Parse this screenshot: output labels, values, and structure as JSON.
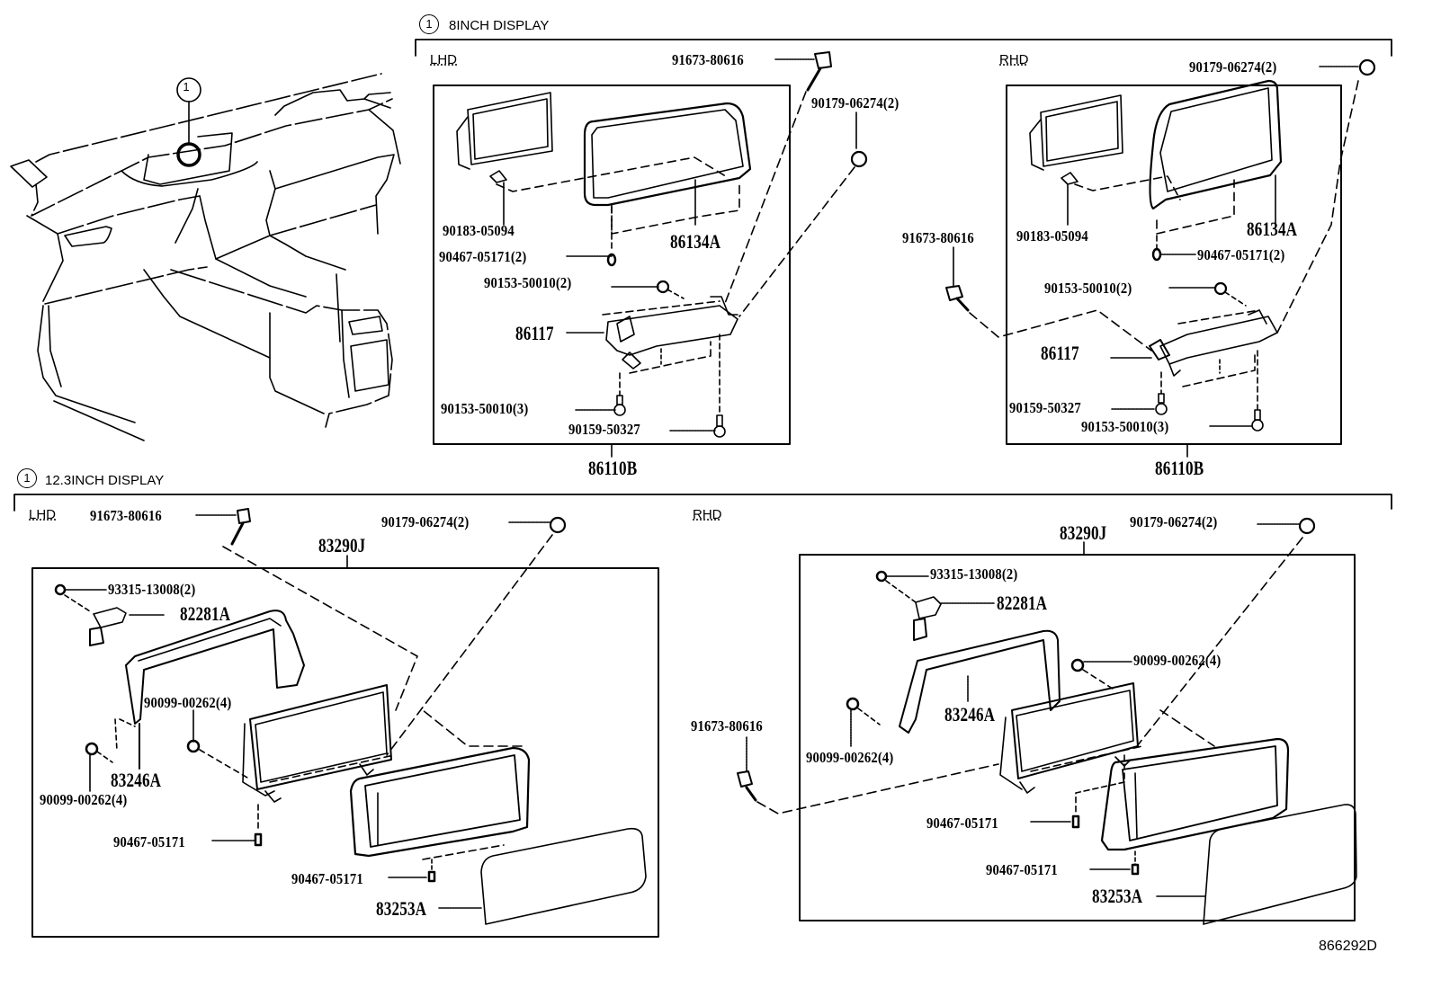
{
  "callout_marker": "1",
  "footer_code": "866292D",
  "sections": {
    "eight_inch": {
      "title": "8INCH DISPLAY",
      "marker": "1",
      "lhd": {
        "heading": "LHD",
        "assembly": "86110B",
        "parts": {
          "screw_top": "91673-80616",
          "clip_top": "90179-06274(2)",
          "bracket_nut": "90183-05094",
          "bezel": "86134A",
          "clip_small": "90467-05171(2)",
          "bolt_upper": "90153-50010(2)",
          "bracket": "86117",
          "bolt_lower": "90153-50010(3)",
          "screw_lower": "90159-50327"
        }
      },
      "rhd": {
        "heading": "RHD",
        "assembly": "86110B",
        "parts": {
          "clip_top": "90179-06274(2)",
          "screw_side": "91673-80616",
          "bracket_nut": "90183-05094",
          "bezel": "86134A",
          "clip_small": "90467-05171(2)",
          "bolt_upper": "90153-50010(2)",
          "bracket": "86117",
          "screw_lower": "90159-50327",
          "bolt_lower": "90153-50010(3)"
        }
      }
    },
    "twelve_inch": {
      "title": "12.3INCH DISPLAY",
      "marker": "1",
      "lhd": {
        "heading": "LHD",
        "assembly": "83290J",
        "parts": {
          "screw_top": "91673-80616",
          "clip_top": "90179-06274(2)",
          "screw_small": "93315-13008(2)",
          "connector": "82281A",
          "screw_mid": "90099-00262(4)",
          "frame": "83246A",
          "screw_left": "90099-00262(4)",
          "clip_a": "90467-05171",
          "clip_b": "90467-05171",
          "glass": "83253A"
        }
      },
      "rhd": {
        "heading": "RHD",
        "assembly": "83290J",
        "parts": {
          "clip_top": "90179-06274(2)",
          "screw_small": "93315-13008(2)",
          "connector": "82281A",
          "screw_right": "90099-00262(4)",
          "frame": "83246A",
          "screw_left": "90099-00262(4)",
          "screw_side": "91673-80616",
          "clip_a": "90467-05171",
          "clip_b": "90467-05171",
          "glass": "83253A"
        }
      }
    }
  }
}
